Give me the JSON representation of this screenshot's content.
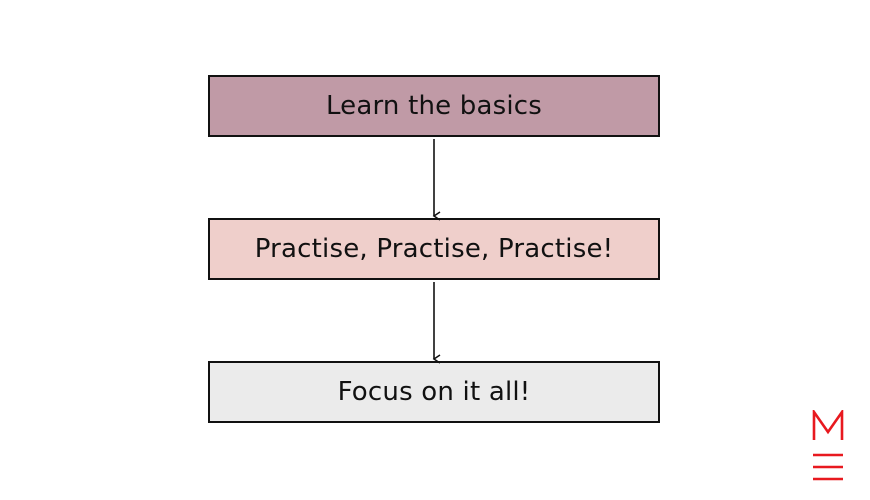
{
  "diagram": {
    "steps": [
      {
        "label": "Learn the basics",
        "fill": "#c09aa6"
      },
      {
        "label": "Practise, Practise, Practise!",
        "fill": "#efcfcb"
      },
      {
        "label": "Focus on it all!",
        "fill": "#ebebeb"
      }
    ],
    "border_color": "#111111",
    "arrow_color": "#111111"
  },
  "logo": {
    "letter": "M",
    "color": "#e8191f"
  }
}
